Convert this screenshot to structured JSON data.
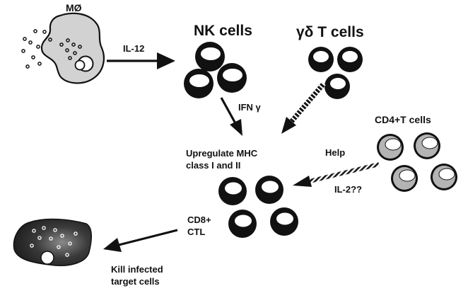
{
  "labels": {
    "macrophage": "MØ",
    "il12": "IL-12",
    "nk_cells": "NK cells",
    "gd_t_cells": "γδ T  cells",
    "ifn_gamma": "IFN γ",
    "cd4_t_cells": "CD4+T  cells",
    "help": "Help",
    "il2": "IL-2??",
    "upregulate_line1": "Upregulate MHC",
    "upregulate_line2": "class I and II",
    "cd8_line1": "CD8+",
    "cd8_line2": "CTL",
    "kill_line1": "Kill infected",
    "kill_line2": "target cells"
  },
  "colors": {
    "ink": "#111111",
    "macrophage_fill": "#d2d2d2",
    "cd4_cell_fill": "#b4b4b4",
    "target_dark": "#141414",
    "background": "#ffffff"
  }
}
